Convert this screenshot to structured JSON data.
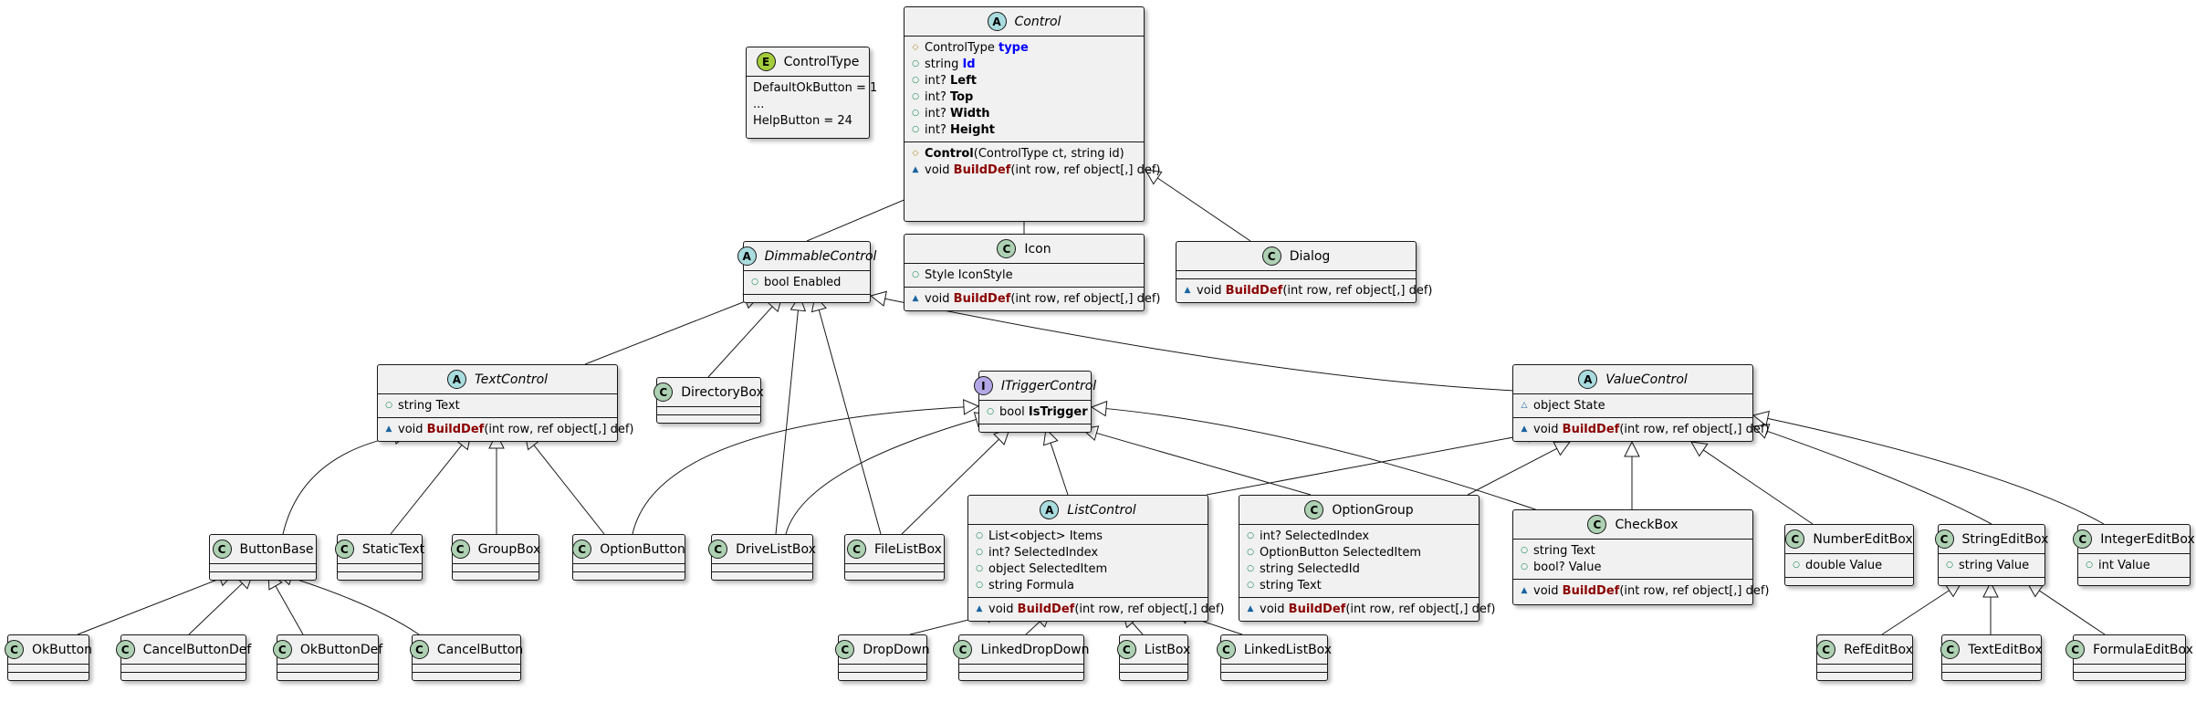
{
  "diagram": {
    "classes": [
      {
        "id": "Control",
        "kind": "abstract",
        "name": "Control",
        "italic": true,
        "sections": [
          [
            {
              "vis": "prot",
              "parts": [
                {
                  "t": "ControlType "
                },
                {
                  "t": "type",
                  "s": "blue"
                }
              ]
            },
            {
              "vis": "pub",
              "parts": [
                {
                  "t": "string "
                },
                {
                  "t": "Id",
                  "s": "blue"
                }
              ]
            },
            {
              "vis": "pub",
              "parts": [
                {
                  "t": "int? "
                },
                {
                  "t": "Left",
                  "s": "bold"
                }
              ]
            },
            {
              "vis": "pub",
              "parts": [
                {
                  "t": "int? "
                },
                {
                  "t": "Top",
                  "s": "bold"
                }
              ]
            },
            {
              "vis": "pub",
              "parts": [
                {
                  "t": "int? "
                },
                {
                  "t": "Width",
                  "s": "bold"
                }
              ]
            },
            {
              "vis": "pub",
              "parts": [
                {
                  "t": "int? "
                },
                {
                  "t": "Height",
                  "s": "bold"
                }
              ]
            }
          ],
          [
            {
              "vis": "prot",
              "parts": [
                {
                  "t": "Control",
                  "s": "bold"
                },
                {
                  "t": "(ControlType ct, string id)"
                }
              ]
            },
            {
              "vis": "pkg",
              "parts": [
                {
                  "t": "void "
                },
                {
                  "t": "BuildDef",
                  "s": "red"
                },
                {
                  "t": "(int row, ref object[,] def)"
                }
              ]
            }
          ]
        ]
      },
      {
        "id": "ControlType",
        "kind": "enum",
        "name": "ControlType",
        "italic": false,
        "sections": [
          [
            {
              "vis": "",
              "parts": [
                {
                  "t": "DefaultOkButton = 1"
                }
              ]
            },
            {
              "vis": "",
              "parts": [
                {
                  "t": "..."
                }
              ]
            },
            {
              "vis": "",
              "parts": [
                {
                  "t": "HelpButton = 24"
                }
              ]
            }
          ]
        ]
      },
      {
        "id": "DimmableControl",
        "kind": "abstract",
        "name": "DimmableControl",
        "italic": true,
        "sections": [
          [
            {
              "vis": "pub",
              "parts": [
                {
                  "t": "bool Enabled"
                }
              ]
            }
          ],
          []
        ]
      },
      {
        "id": "Icon",
        "kind": "class",
        "name": "Icon",
        "italic": false,
        "sections": [
          [
            {
              "vis": "pub",
              "parts": [
                {
                  "t": "Style IconStyle"
                }
              ]
            }
          ],
          [
            {
              "vis": "pkg",
              "parts": [
                {
                  "t": "void "
                },
                {
                  "t": "BuildDef",
                  "s": "red"
                },
                {
                  "t": "(int row, ref object[,] def)"
                }
              ]
            }
          ]
        ]
      },
      {
        "id": "Dialog",
        "kind": "class",
        "name": "Dialog",
        "italic": false,
        "sections": [
          [],
          [
            {
              "vis": "pkg",
              "parts": [
                {
                  "t": "void "
                },
                {
                  "t": "BuildDef",
                  "s": "red"
                },
                {
                  "t": "(int row, ref object[,] def)"
                }
              ]
            }
          ]
        ]
      },
      {
        "id": "TextControl",
        "kind": "abstract",
        "name": "TextControl",
        "italic": true,
        "sections": [
          [
            {
              "vis": "pub",
              "parts": [
                {
                  "t": "string Text"
                }
              ]
            }
          ],
          [
            {
              "vis": "pkg",
              "parts": [
                {
                  "t": "void "
                },
                {
                  "t": "BuildDef",
                  "s": "red"
                },
                {
                  "t": "(int row, ref object[,] def)"
                }
              ]
            }
          ]
        ]
      },
      {
        "id": "DirectoryBox",
        "kind": "class",
        "name": "DirectoryBox",
        "italic": false,
        "sections": [
          [],
          []
        ]
      },
      {
        "id": "ITriggerControl",
        "kind": "interface",
        "name": "ITriggerControl",
        "italic": true,
        "sections": [
          [
            {
              "vis": "pub",
              "parts": [
                {
                  "t": "bool "
                },
                {
                  "t": "IsTrigger",
                  "s": "bold"
                }
              ]
            }
          ],
          []
        ]
      },
      {
        "id": "ValueControl",
        "kind": "abstract",
        "name": "ValueControl",
        "italic": true,
        "sections": [
          [
            {
              "vis": "pkgo",
              "parts": [
                {
                  "t": "object State"
                }
              ]
            }
          ],
          [
            {
              "vis": "pkg",
              "parts": [
                {
                  "t": "void "
                },
                {
                  "t": "BuildDef",
                  "s": "red"
                },
                {
                  "t": "(int row, ref object[,] def)"
                }
              ]
            }
          ]
        ]
      },
      {
        "id": "ButtonBase",
        "kind": "class",
        "name": "ButtonBase",
        "italic": false,
        "sections": [
          [],
          []
        ]
      },
      {
        "id": "StaticText",
        "kind": "class",
        "name": "StaticText",
        "italic": false,
        "sections": [
          [],
          []
        ]
      },
      {
        "id": "GroupBox",
        "kind": "class",
        "name": "GroupBox",
        "italic": false,
        "sections": [
          [],
          []
        ]
      },
      {
        "id": "OptionButton",
        "kind": "class",
        "name": "OptionButton",
        "italic": false,
        "sections": [
          [],
          []
        ]
      },
      {
        "id": "DriveListBox",
        "kind": "class",
        "name": "DriveListBox",
        "italic": false,
        "sections": [
          [],
          []
        ]
      },
      {
        "id": "FileListBox",
        "kind": "class",
        "name": "FileListBox",
        "italic": false,
        "sections": [
          [],
          []
        ]
      },
      {
        "id": "ListControl",
        "kind": "abstract",
        "name": "ListControl",
        "italic": true,
        "sections": [
          [
            {
              "vis": "pub",
              "parts": [
                {
                  "t": "List<object> Items"
                }
              ]
            },
            {
              "vis": "pub",
              "parts": [
                {
                  "t": "int? SelectedIndex"
                }
              ]
            },
            {
              "vis": "pub",
              "parts": [
                {
                  "t": "object SelectedItem"
                }
              ]
            },
            {
              "vis": "pub",
              "parts": [
                {
                  "t": "string Formula"
                }
              ]
            }
          ],
          [
            {
              "vis": "pkg",
              "parts": [
                {
                  "t": "void "
                },
                {
                  "t": "BuildDef",
                  "s": "red"
                },
                {
                  "t": "(int row, ref object[,] def)"
                }
              ]
            }
          ]
        ]
      },
      {
        "id": "OptionGroup",
        "kind": "class",
        "name": "OptionGroup",
        "italic": false,
        "sections": [
          [
            {
              "vis": "pub",
              "parts": [
                {
                  "t": "int? SelectedIndex"
                }
              ]
            },
            {
              "vis": "pub",
              "parts": [
                {
                  "t": "OptionButton SelectedItem"
                }
              ]
            },
            {
              "vis": "pub",
              "parts": [
                {
                  "t": "string SelectedId"
                }
              ]
            },
            {
              "vis": "pub",
              "parts": [
                {
                  "t": "string Text"
                }
              ]
            }
          ],
          [
            {
              "vis": "pkg",
              "parts": [
                {
                  "t": "void "
                },
                {
                  "t": "BuildDef",
                  "s": "red"
                },
                {
                  "t": "(int row, ref object[,] def)"
                }
              ]
            }
          ]
        ]
      },
      {
        "id": "CheckBox",
        "kind": "class",
        "name": "CheckBox",
        "italic": false,
        "sections": [
          [
            {
              "vis": "pub",
              "parts": [
                {
                  "t": "string Text"
                }
              ]
            },
            {
              "vis": "pub",
              "parts": [
                {
                  "t": "bool? Value"
                }
              ]
            }
          ],
          [
            {
              "vis": "pkg",
              "parts": [
                {
                  "t": "void "
                },
                {
                  "t": "BuildDef",
                  "s": "red"
                },
                {
                  "t": "(int row, ref object[,] def)"
                }
              ]
            }
          ]
        ]
      },
      {
        "id": "NumberEditBox",
        "kind": "class",
        "name": "NumberEditBox",
        "italic": false,
        "sections": [
          [
            {
              "vis": "pub",
              "parts": [
                {
                  "t": "double Value"
                }
              ]
            }
          ],
          []
        ]
      },
      {
        "id": "StringEditBox",
        "kind": "class",
        "name": "StringEditBox",
        "italic": false,
        "sections": [
          [
            {
              "vis": "pub",
              "parts": [
                {
                  "t": "string Value"
                }
              ]
            }
          ],
          []
        ]
      },
      {
        "id": "IntegerEditBox",
        "kind": "class",
        "name": "IntegerEditBox",
        "italic": false,
        "sections": [
          [
            {
              "vis": "pub",
              "parts": [
                {
                  "t": "int Value"
                }
              ]
            }
          ],
          []
        ]
      },
      {
        "id": "OkButton",
        "kind": "class",
        "name": "OkButton",
        "italic": false,
        "sections": [
          [],
          []
        ]
      },
      {
        "id": "CancelButtonDef",
        "kind": "class",
        "name": "CancelButtonDef",
        "italic": false,
        "sections": [
          [],
          []
        ]
      },
      {
        "id": "OkButtonDef",
        "kind": "class",
        "name": "OkButtonDef",
        "italic": false,
        "sections": [
          [],
          []
        ]
      },
      {
        "id": "CancelButton",
        "kind": "class",
        "name": "CancelButton",
        "italic": false,
        "sections": [
          [],
          []
        ]
      },
      {
        "id": "DropDown",
        "kind": "class",
        "name": "DropDown",
        "italic": false,
        "sections": [
          [],
          []
        ]
      },
      {
        "id": "LinkedDropDown",
        "kind": "class",
        "name": "LinkedDropDown",
        "italic": false,
        "sections": [
          [],
          []
        ]
      },
      {
        "id": "ListBox",
        "kind": "class",
        "name": "ListBox",
        "italic": false,
        "sections": [
          [],
          []
        ]
      },
      {
        "id": "LinkedListBox",
        "kind": "class",
        "name": "LinkedListBox",
        "italic": false,
        "sections": [
          [],
          []
        ]
      },
      {
        "id": "RefEditBox",
        "kind": "class",
        "name": "RefEditBox",
        "italic": false,
        "sections": [
          [],
          []
        ]
      },
      {
        "id": "TextEditBox",
        "kind": "class",
        "name": "TextEditBox",
        "italic": false,
        "sections": [
          [],
          []
        ]
      },
      {
        "id": "FormulaEditBox",
        "kind": "class",
        "name": "FormulaEditBox",
        "italic": false,
        "sections": [
          [],
          []
        ]
      }
    ],
    "inheritance": [
      {
        "child": "DimmableControl",
        "parent": "Control"
      },
      {
        "child": "Icon",
        "parent": "Control"
      },
      {
        "child": "Dialog",
        "parent": "Control"
      },
      {
        "child": "TextControl",
        "parent": "DimmableControl"
      },
      {
        "child": "DirectoryBox",
        "parent": "DimmableControl"
      },
      {
        "child": "DriveListBox",
        "parent": "DimmableControl"
      },
      {
        "child": "FileListBox",
        "parent": "DimmableControl"
      },
      {
        "child": "ValueControl",
        "parent": "DimmableControl"
      },
      {
        "child": "ButtonBase",
        "parent": "TextControl"
      },
      {
        "child": "StaticText",
        "parent": "TextControl"
      },
      {
        "child": "GroupBox",
        "parent": "TextControl"
      },
      {
        "child": "OptionButton",
        "parent": "TextControl"
      },
      {
        "child": "OptionButton",
        "parent": "ITriggerControl"
      },
      {
        "child": "DriveListBox",
        "parent": "ITriggerControl"
      },
      {
        "child": "FileListBox",
        "parent": "ITriggerControl"
      },
      {
        "child": "ListControl",
        "parent": "ITriggerControl"
      },
      {
        "child": "OptionGroup",
        "parent": "ITriggerControl"
      },
      {
        "child": "CheckBox",
        "parent": "ITriggerControl"
      },
      {
        "child": "ListControl",
        "parent": "ValueControl"
      },
      {
        "child": "OptionGroup",
        "parent": "ValueControl"
      },
      {
        "child": "CheckBox",
        "parent": "ValueControl"
      },
      {
        "child": "NumberEditBox",
        "parent": "ValueControl"
      },
      {
        "child": "StringEditBox",
        "parent": "ValueControl"
      },
      {
        "child": "IntegerEditBox",
        "parent": "ValueControl"
      },
      {
        "child": "OkButton",
        "parent": "ButtonBase"
      },
      {
        "child": "CancelButtonDef",
        "parent": "ButtonBase"
      },
      {
        "child": "OkButtonDef",
        "parent": "ButtonBase"
      },
      {
        "child": "CancelButton",
        "parent": "ButtonBase"
      },
      {
        "child": "DropDown",
        "parent": "ListControl"
      },
      {
        "child": "LinkedDropDown",
        "parent": "ListControl"
      },
      {
        "child": "ListBox",
        "parent": "ListControl"
      },
      {
        "child": "LinkedListBox",
        "parent": "ListControl"
      },
      {
        "child": "RefEditBox",
        "parent": "StringEditBox"
      },
      {
        "child": "TextEditBox",
        "parent": "StringEditBox"
      },
      {
        "child": "FormulaEditBox",
        "parent": "StringEditBox"
      }
    ],
    "colors": {
      "class_badge": "#add1b2",
      "abstract_badge": "#a9dcdf",
      "enum_badge": "#a4cd3b",
      "interface_badge": "#b4a7e5",
      "box_fill": "#f1f1f1",
      "line": "#181818",
      "method_name": "#8b0000",
      "highlight_field": "#0000ff",
      "public_icon": "#038048",
      "package_icon": "#1963a0",
      "protected_icon": "#b38d22"
    }
  }
}
